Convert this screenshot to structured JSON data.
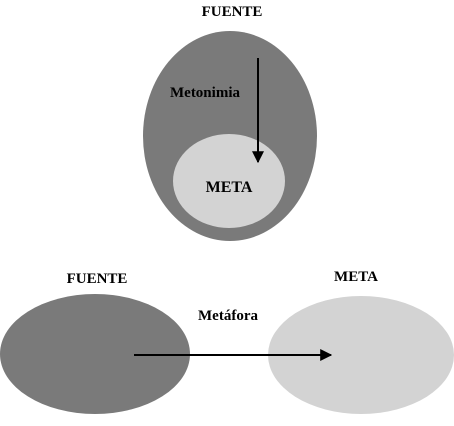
{
  "colors": {
    "source_fill": "#7a7a7a",
    "target_fill": "#d3d3d3",
    "text": "#000000",
    "arrow": "#000000",
    "background": "#ffffff"
  },
  "metonymy": {
    "source_label": "FUENTE",
    "process_label": "Metonimia",
    "target_label": "META"
  },
  "metaphor": {
    "source_label": "FUENTE",
    "process_label": "Metáfora",
    "target_label": "META"
  }
}
